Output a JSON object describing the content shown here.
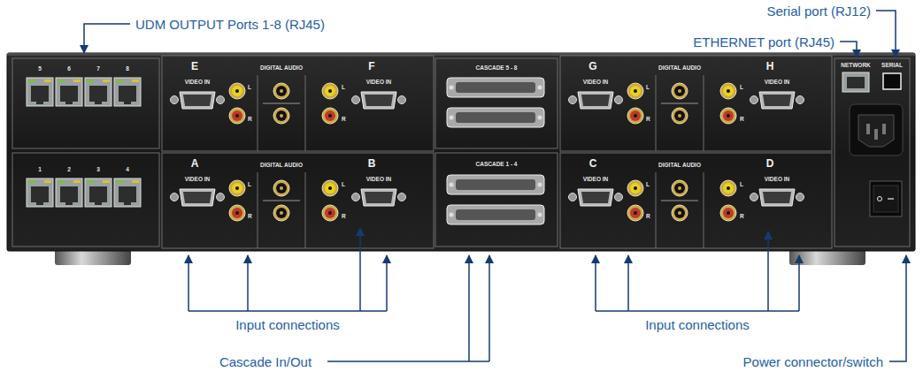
{
  "diagram": {
    "labels": [
      "UDM OUTPUT Ports 1-8 (RJ45)",
      "Serial port (RJ12)",
      "ETHERNET port (RJ45)",
      "5",
      "6",
      "7",
      "8",
      "1",
      "2",
      "3",
      "4",
      "E",
      "VIDEO IN",
      "L",
      "R",
      "DIGITAL AUDIO",
      "F",
      "VIDEO IN",
      "L",
      "R",
      "CASCADE 5 - 8",
      "G",
      "VIDEO IN",
      "L",
      "R",
      "DIGITAL AUDIO",
      "H",
      "VIDEO IN",
      "L",
      "R",
      "NETWORK",
      "SERIAL",
      "A",
      "VIDEO IN",
      "L",
      "R",
      "DIGITAL AUDIO",
      "B",
      "VIDEO IN",
      "L",
      "R",
      "CASCADE 1 - 4",
      "C",
      "VIDEO IN",
      "L",
      "R",
      "DIGITAL AUDIO",
      "D",
      "VIDEO IN",
      "L",
      "R",
      "Input connections",
      "Input connections",
      "Cascade In/Out",
      "Power connector/switch"
    ]
  }
}
